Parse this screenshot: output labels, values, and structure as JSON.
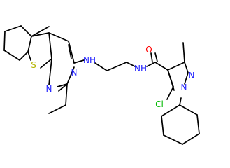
{
  "labels": {
    "s": "S",
    "n_pyrimidine_1": "N",
    "n_pyrimidine_2": "N",
    "nh_amine": "NH",
    "nh_amide": "NH",
    "o_carbonyl": "O",
    "n_pyrazole_1": "N",
    "n_pyrazole_2": "N",
    "cl": "Cl"
  },
  "colors": {
    "bond": "#000000",
    "S": "#b5b500",
    "N": "#2020ff",
    "O": "#ff0000",
    "Cl": "#00b800"
  }
}
